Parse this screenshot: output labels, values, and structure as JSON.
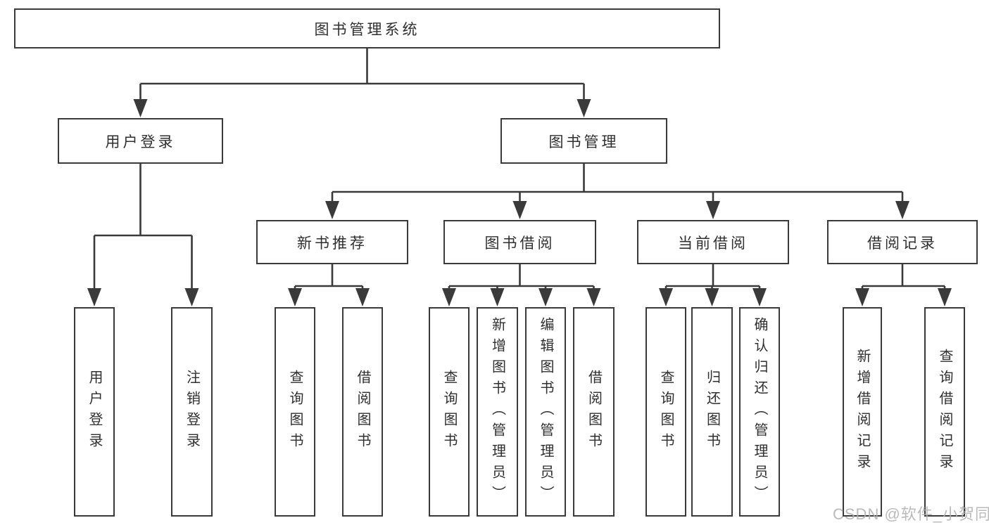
{
  "diagram": {
    "nodes": {
      "root": {
        "label": "图书管理系统"
      },
      "user_login": {
        "label": "用户登录"
      },
      "book_mgmt": {
        "label": "图书管理"
      },
      "new_book_rec": {
        "label": "新书推荐"
      },
      "book_borrow": {
        "label": "图书借阅"
      },
      "current_borrow": {
        "label": "当前借阅"
      },
      "borrow_records": {
        "label": "借阅记录"
      },
      "leaf_user_login": {
        "label": "用户登录"
      },
      "leaf_logout": {
        "label": "注销登录"
      },
      "leaf_query_book_1": {
        "label": "查询图书"
      },
      "leaf_borrow_book_1": {
        "label": "借阅图书"
      },
      "leaf_query_book_2": {
        "label": "查询图书"
      },
      "leaf_add_book": {
        "label": "新增图书（管理员）"
      },
      "leaf_edit_book": {
        "label": "编辑图书（管理员）"
      },
      "leaf_borrow_book_2": {
        "label": "借阅图书"
      },
      "leaf_query_book_3": {
        "label": "查询图书"
      },
      "leaf_return_book": {
        "label": "归还图书"
      },
      "leaf_confirm_return": {
        "label": "确认归还（管理员）"
      },
      "leaf_add_record": {
        "label": "新增借阅记录"
      },
      "leaf_query_record": {
        "label": "查询借阅记录"
      }
    },
    "edges": [
      {
        "from": "root",
        "to": [
          "user_login",
          "book_mgmt"
        ]
      },
      {
        "from": "user_login",
        "to": [
          "leaf_user_login",
          "leaf_logout"
        ]
      },
      {
        "from": "book_mgmt",
        "to": [
          "new_book_rec",
          "book_borrow",
          "current_borrow",
          "borrow_records"
        ]
      },
      {
        "from": "new_book_rec",
        "to": [
          "leaf_query_book_1",
          "leaf_borrow_book_1"
        ]
      },
      {
        "from": "book_borrow",
        "to": [
          "leaf_query_book_2",
          "leaf_add_book",
          "leaf_edit_book",
          "leaf_borrow_book_2"
        ]
      },
      {
        "from": "current_borrow",
        "to": [
          "leaf_query_book_3",
          "leaf_return_book",
          "leaf_confirm_return"
        ]
      },
      {
        "from": "borrow_records",
        "to": [
          "leaf_add_record",
          "leaf_query_record"
        ]
      }
    ],
    "colors": {
      "line": "#3a3a3a",
      "box_border": "#3a3a3a",
      "box_fill": "#ffffff",
      "text": "#2f2f2f",
      "watermark": "#b4b4b4"
    }
  },
  "watermark": {
    "text": "CSDN @软件_小贺同学"
  }
}
